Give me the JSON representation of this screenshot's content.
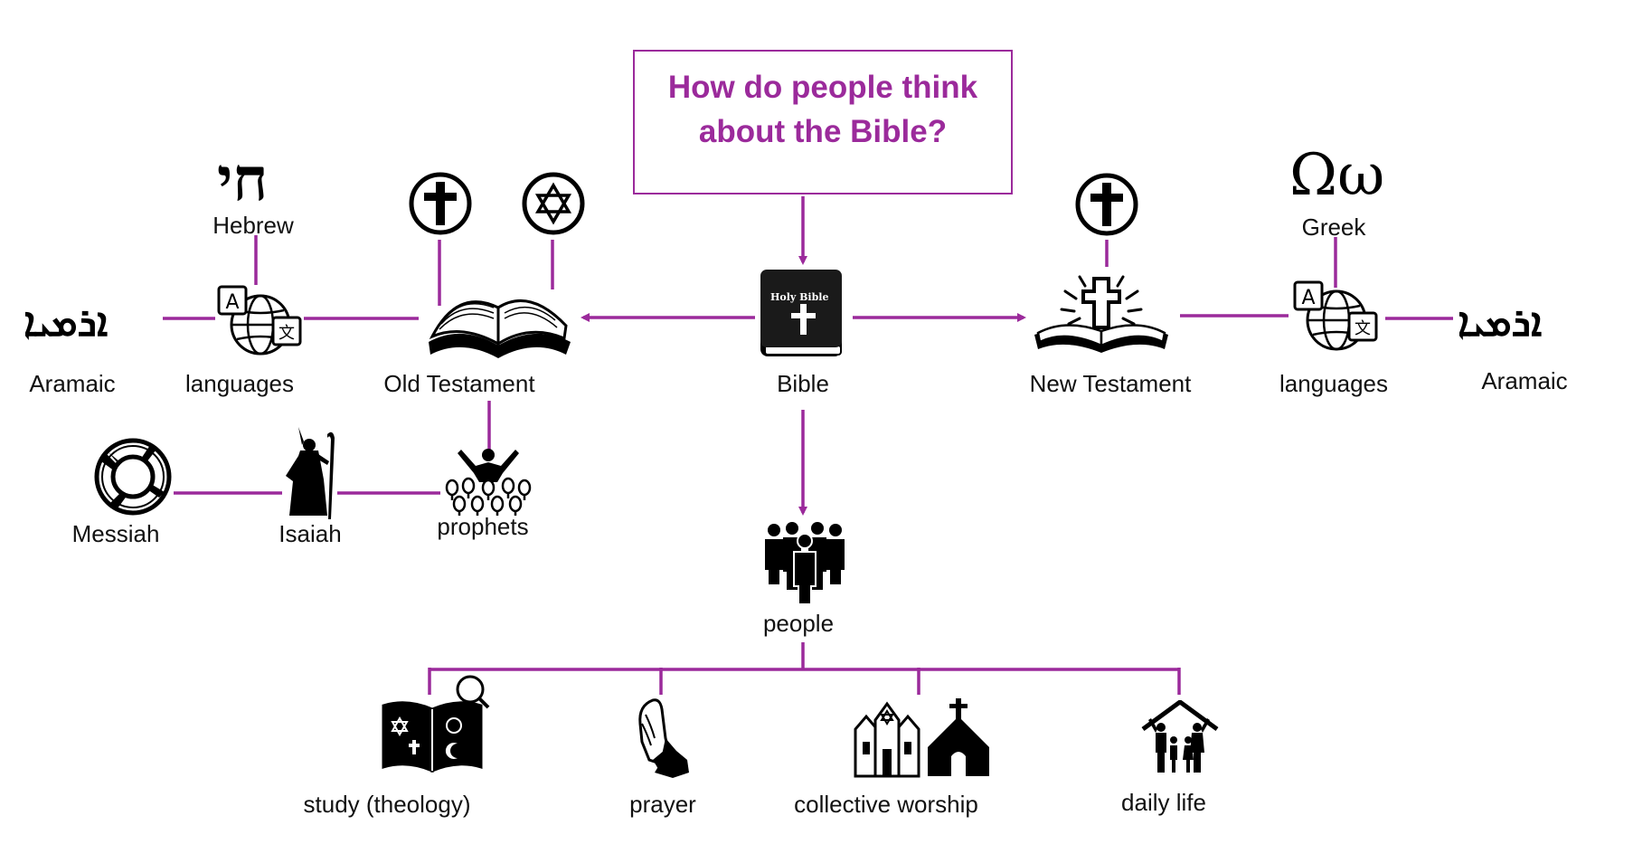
{
  "question": "How do people think about the Bible?",
  "colors": {
    "accent": "#9b2a9b",
    "icon": "#000000"
  },
  "nodes": {
    "bible": {
      "label": "Bible",
      "cover_text": "Holy Bible",
      "icon": "holy-bible-book-icon"
    },
    "old_testament": {
      "label": "Old Testament",
      "icon": "open-book-icon"
    },
    "new_testament": {
      "label": "New Testament",
      "icon": "open-book-with-cross-icon"
    },
    "languages_left": {
      "label": "languages",
      "icon": "translation-globe-icon"
    },
    "languages_right": {
      "label": "languages",
      "icon": "translation-globe-icon"
    },
    "hebrew": {
      "label": "Hebrew",
      "glyph": "חי",
      "icon": "hebrew-chai-icon"
    },
    "greek": {
      "label": "Greek",
      "glyph": "Ωω",
      "icon": "greek-omega-icon"
    },
    "aramaic_left": {
      "label": "Aramaic",
      "glyph": "ܐܪܡܝܐ",
      "icon": "aramaic-script-icon"
    },
    "aramaic_right": {
      "label": "Aramaic",
      "glyph": "ܐܪܡܝܐ",
      "icon": "aramaic-script-icon"
    },
    "prophets": {
      "label": "prophets",
      "icon": "prophet-crowd-icon"
    },
    "isaiah": {
      "label": "Isaiah",
      "icon": "prophet-figure-icon"
    },
    "messiah": {
      "label": "Messiah",
      "icon": "lifebuoy-icon"
    },
    "people": {
      "label": "people",
      "icon": "group-of-people-icon"
    },
    "study": {
      "label": "study (theology)",
      "icon": "religious-book-magnifier-icon"
    },
    "prayer": {
      "label": "prayer",
      "icon": "praying-hands-icon"
    },
    "collective_worship": {
      "label": "collective worship",
      "icon": "synagogue-church-icon"
    },
    "daily_life": {
      "label": "daily life",
      "icon": "family-house-icon"
    },
    "ot_cross": {
      "icon": "cross-circle-icon"
    },
    "ot_star": {
      "icon": "star-of-david-circle-icon"
    },
    "nt_cross": {
      "icon": "cross-circle-icon"
    }
  }
}
